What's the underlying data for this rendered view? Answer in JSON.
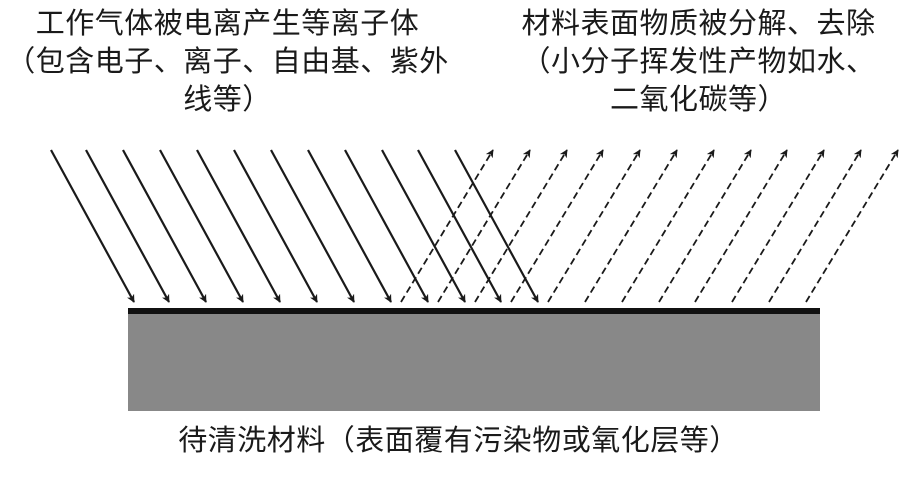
{
  "labels": {
    "incoming": [
      "工作气体被电离产生等离子体",
      "（包含电子、离子、自由基、紫外",
      "线等）"
    ],
    "outgoing": [
      "材料表面物质被分解、去除",
      "（小分子挥发性产物如水、",
      "二氧化碳等）"
    ],
    "substrate": "待清洗材料（表面覆有污染物或氧化层等）"
  },
  "colors": {
    "substrate_fill": "#888888",
    "surface_line": "#111111",
    "arrow": "#1a1a1a"
  }
}
